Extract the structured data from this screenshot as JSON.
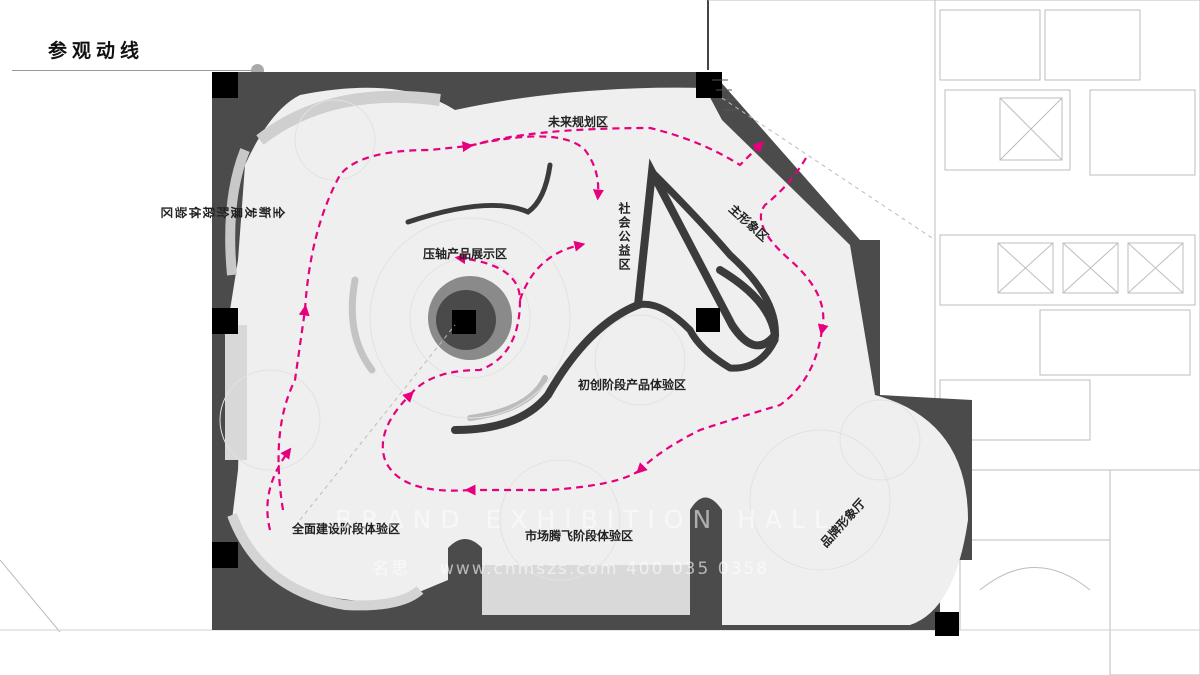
{
  "title": "参观动线",
  "zones": {
    "future_planning": "未来规划区",
    "social_welfare": "社会公益区",
    "main_image": "主形象区",
    "full_development": "全新发展阶段体验区",
    "compressor_showcase": "压轴产品展示区",
    "startup_product": "初创阶段产品体验区",
    "construction_stage": "全面建设阶段体验区",
    "market_stage": "市场腾飞阶段体验区",
    "brand_hall": "品牌形象厅"
  },
  "watermark": {
    "english": "BRAND EXHIBITION HALL",
    "chinese": "名思",
    "contact": "www.cnmszs.com 400 035 0358"
  },
  "colors": {
    "route": "#e6007e",
    "wall": "#4a4a4a",
    "floor": "#efefef",
    "column": "#000000"
  }
}
